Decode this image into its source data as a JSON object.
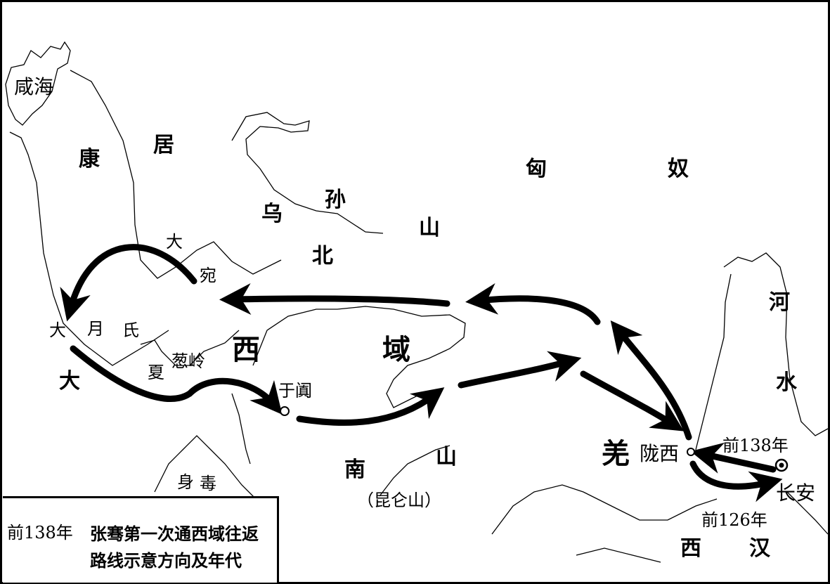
{
  "map": {
    "regions": {
      "weihai": "咸海",
      "kang": "康",
      "ju": "居",
      "xiong": "匈",
      "nu": "奴",
      "wu": "乌",
      "sun": "孙",
      "bei": "北",
      "shan_north": "山",
      "da_wan_1": "大",
      "da_wan_2": "宛",
      "yue_da": "大",
      "yue_yue": "月",
      "yue_shi": "氏",
      "daxia_da": "大",
      "daxia_xia": "夏",
      "congling": "葱岭",
      "xi": "西",
      "yu": "域",
      "yutian": "于阗",
      "nan": "南",
      "shan_south": "山",
      "kunlun": "（昆仑山）",
      "shendu_1": "身",
      "shendu_2": "毒",
      "qiang": "羌",
      "longxi": "陇西",
      "he": "河",
      "shui": "水",
      "changan": "长安",
      "xihan_xi": "西",
      "xihan_han": "汉"
    },
    "dates": {
      "outbound": "前138年",
      "return": "前126年"
    }
  },
  "legend": {
    "year": "前138年",
    "line1": "张骞第一次通西域往返",
    "line2": "路线示意方向及年代"
  }
}
